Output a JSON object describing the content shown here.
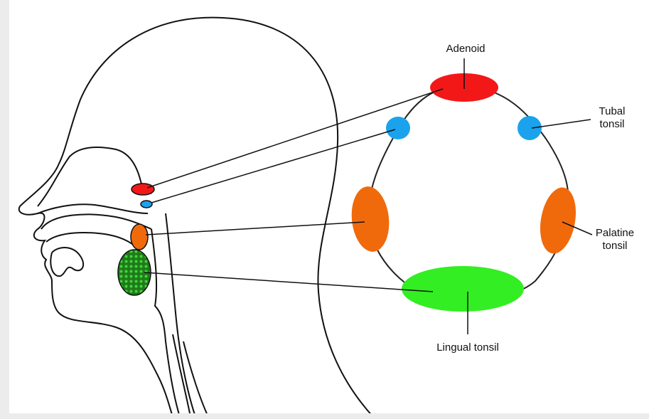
{
  "labels": {
    "adenoid": "Adenoid",
    "tubal_line1": "Tubal",
    "tubal_line2": "tonsil",
    "palatine_line1": "Palatine",
    "palatine_line2": "tonsil",
    "lingual": "Lingual tonsil"
  },
  "colors": {
    "adenoid": "#f31818",
    "tubal": "#1aa3ec",
    "palatine": "#f06a0c",
    "lingual": "#33ee22",
    "lingual_head": "#1f7a1a",
    "outline": "#111111",
    "background": "#ececec"
  }
}
